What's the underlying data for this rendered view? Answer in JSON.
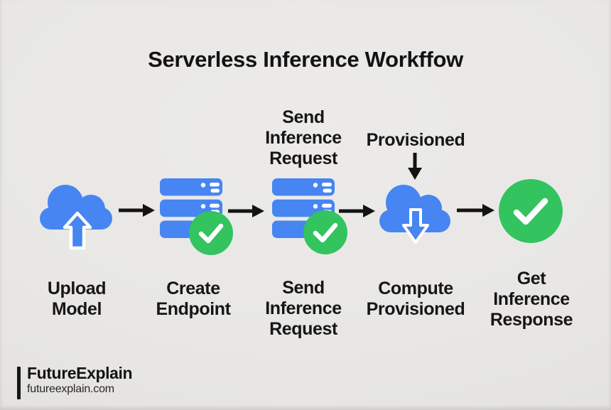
{
  "title": "Serverless Inference Workffow",
  "annotations": {
    "above_step3": "Send\nInference\nRequest",
    "above_step4": "Provisioned"
  },
  "steps": [
    {
      "label": "Upload\nModel",
      "icon": "cloud-upload-icon"
    },
    {
      "label": "Create\nEndpoint",
      "icon": "server-stack-check-icon"
    },
    {
      "label": "Send\nInference\nRequest",
      "icon": "server-stack-check-icon"
    },
    {
      "label": "Compute\nProvisioned",
      "icon": "cloud-download-icon"
    },
    {
      "label": "Get\nInference\nResponse",
      "icon": "success-check-icon"
    }
  ],
  "footer": {
    "brand": "FutureExplain",
    "website": "futureexplain.com"
  },
  "colors": {
    "background": "#e7e6e4",
    "icon_blue": "#4685f2",
    "check_green": "#33c35f",
    "ink": "#131313"
  }
}
